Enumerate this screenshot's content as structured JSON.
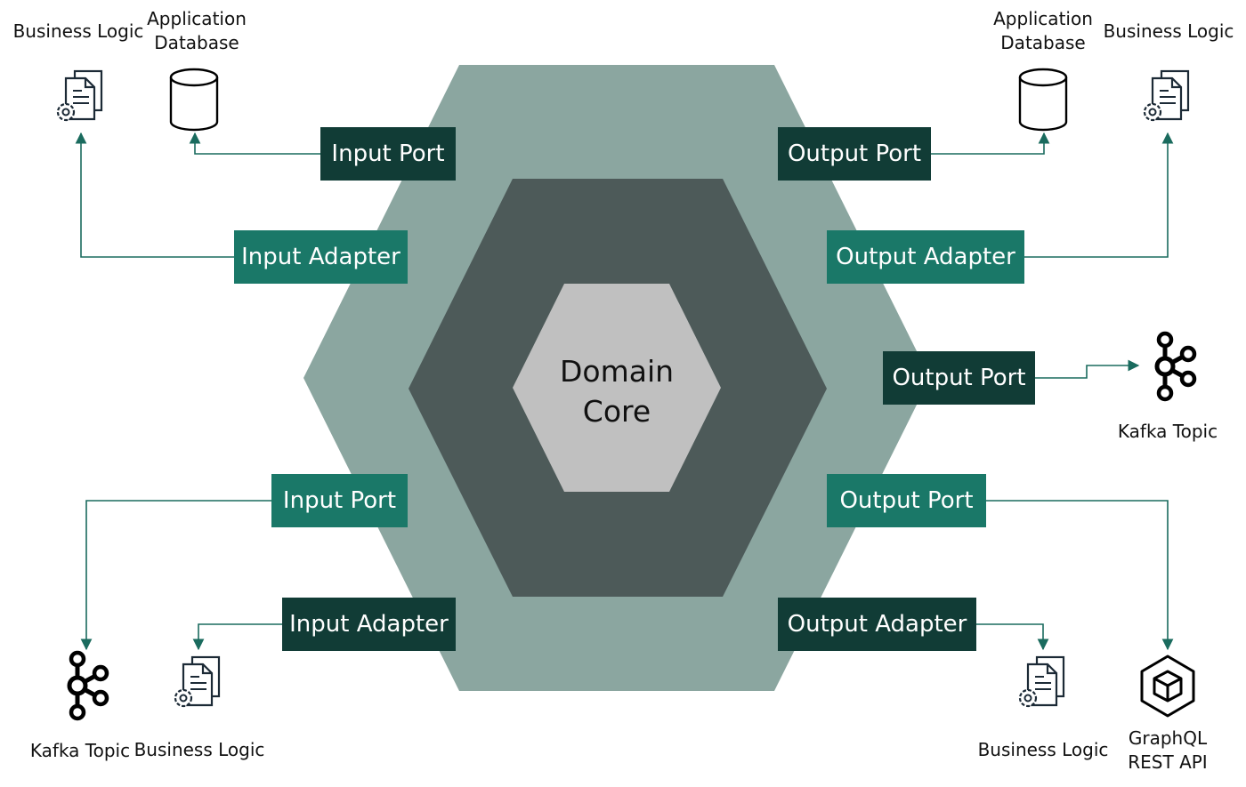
{
  "core": {
    "line1": "Domain",
    "line2": "Core"
  },
  "boxes": {
    "input_port_top": "Input Port",
    "input_adapter_top": "Input Adapter",
    "input_port_bottom": "Input Port",
    "input_adapter_bottom": "Input Adapter",
    "output_port_top": "Output Port",
    "output_adapter_top": "Output Adapter",
    "output_port_mid": "Output Port",
    "output_port_lower": "Output Port",
    "output_adapter_bottom": "Output Adapter"
  },
  "labels": {
    "bl_top_left": "Business Logic",
    "db_top_left_1": "Application",
    "db_top_left_2": "Database",
    "db_top_right_1": "Application",
    "db_top_right_2": "Database",
    "bl_top_right": "Business Logic",
    "kafka_right": "Kafka Topic",
    "kafka_bottom_left": "Kafka Topic",
    "bl_bottom_left": "Business Logic",
    "bl_bottom_right": "Business Logic",
    "api_1": "GraphQL",
    "api_2": "REST API"
  },
  "colors": {
    "outer_hexagon": "#8ba6a0",
    "middle_hexagon": "#4d5a59",
    "core_hexagon": "#c0c0c0",
    "dark_box": "#113c36",
    "teal_box": "#1a7868",
    "connector": "#1a6b5e"
  },
  "icons": [
    "business-logic-icon",
    "database-icon",
    "kafka-icon",
    "graphql-cube-icon"
  ]
}
